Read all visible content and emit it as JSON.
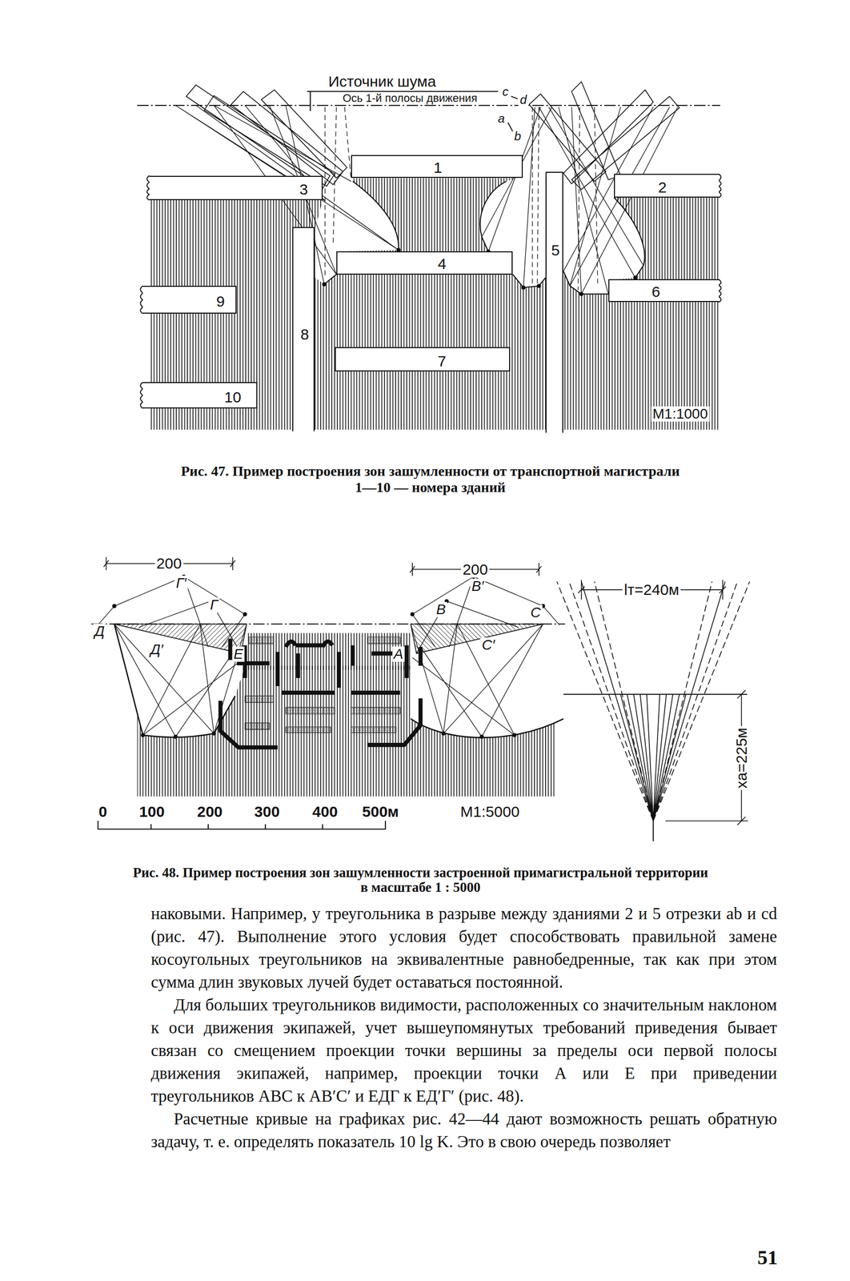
{
  "diagram": {
    "nodes": [
      {
        "text": [
          "1"
        ]
      },
      {
        "text": [
          "3"
        ]
      },
      {
        "text": [
          "2"
        ]
      },
      {
        "text": [
          "4"
        ]
      },
      {
        "text": [
          "5"
        ]
      },
      {
        "text": [
          "6"
        ]
      },
      {
        "text": [
          "9"
        ]
      },
      {
        "text": [
          "8"
        ]
      },
      {
        "text": [
          "7"
        ]
      },
      {
        "text": [
          "10"
        ]
      }
    ],
    "labels": [
      "Источник шума",
      "Ось 1-й полосы движения",
      "c",
      "d",
      "a",
      "b",
      "М1:1000",
      "Рис. 47. Пример построения зон зашумленности от транспортной магистрали",
      "1—10 — номера зданий",
      "200",
      "Г′",
      "Г",
      "Д",
      "Д′",
      "Е",
      "200",
      "В′",
      "В",
      "С",
      "С′",
      "А",
      "lт=240м",
      "xa=225м",
      "0",
      "100",
      "200",
      "300",
      "400",
      "500м",
      "М1:5000",
      "Рис. 48. Пример построения зон зашумленности застроенной примагистральной территории",
      "в масштабе 1 : 5000",
      "наковыми. Например, у треугольника в разрыве между зданиями 2 и 5 отрезки ab и cd (рис. 47). Выполнение этого условия будет способствовать правильной замене косоугольных треугольников на эквивалентные равнобедренные, так как при этом сумма длин звуковых лучей будет оставаться постоянной.",
      "Для больших треугольников видимости, расположенных со значительным наклоном к оси движения экипажей, учет вышеупомянутых требований приведения бывает связан со смещением проекции точки вершины за пределы оси первой полосы движения экипажей, например, проекции точки А или Е при приведении треугольников АВС к АВ′С′ и ЕДГ к ЕД′Г′ (рис. 48).",
      "Расчетные кривые на графиках рис. 42—44 дают возможность решать обратную задачу, т. е. определять показатель 10 lg K. Это в свою очередь позволяет",
      "51"
    ]
  }
}
